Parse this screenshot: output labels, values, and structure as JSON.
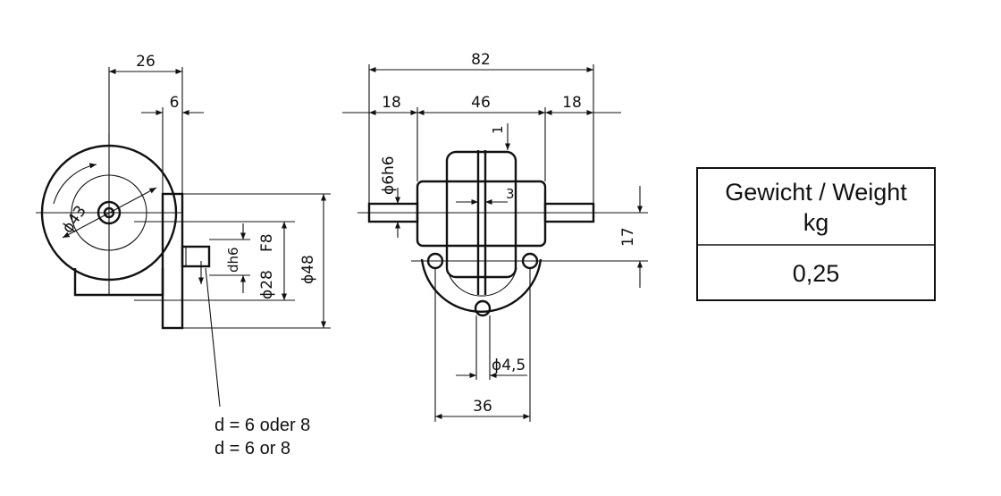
{
  "side_view": {
    "dim_overall_width": "26",
    "dim_flange": "6",
    "dim_diameter_43": "ϕ43",
    "dim_shaft_dh6": "dh6",
    "dim_bore_f8": "F8",
    "dim_diameter_28": "ϕ28",
    "dim_diameter_48": "ϕ48"
  },
  "front_view": {
    "dim_total_length": "82",
    "dim_left_shaft": "18",
    "dim_body": "46",
    "dim_right_shaft": "18",
    "dim_shaft_diameter": "ϕ6h6",
    "dim_gap_1": "1",
    "dim_gap_3": "3",
    "dim_height_17": "17",
    "dim_hole_diameter": "ϕ4,5",
    "dim_hole_spacing": "36"
  },
  "note": {
    "line_de": "d = 6 oder 8",
    "line_en": "d = 6 or 8"
  },
  "weight_table": {
    "header_line1": "Gewicht / Weight",
    "header_line2": "kg",
    "value": "0,25"
  }
}
